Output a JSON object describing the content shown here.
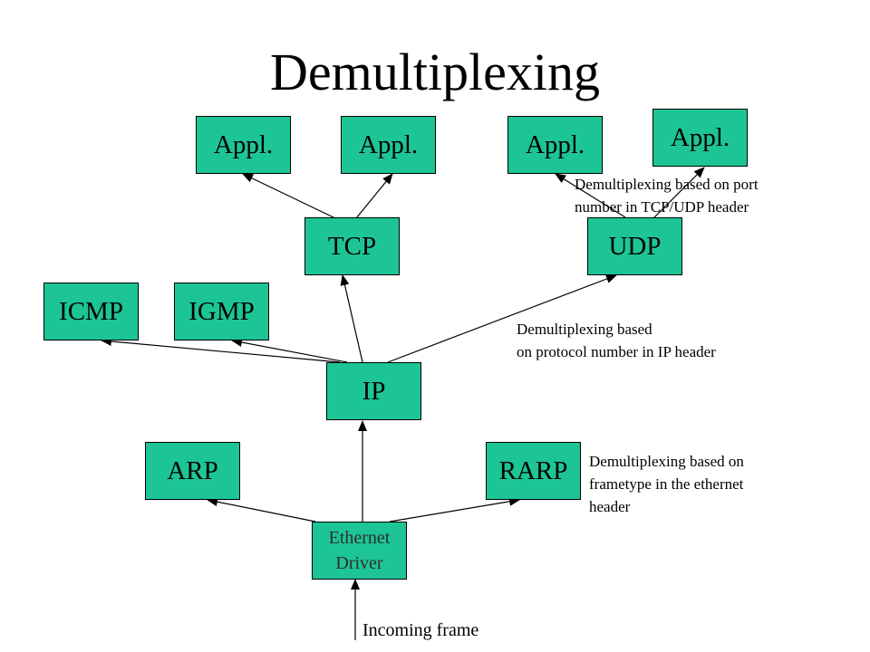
{
  "title": "Demultiplexing",
  "colors": {
    "box_fill": "#1dc596",
    "box_border": "#000000",
    "arrow": "#000000",
    "driver_text": "#2e2e2e"
  },
  "nodes": {
    "appl_1": "Appl.",
    "appl_2": "Appl.",
    "appl_3": "Appl.",
    "appl_4": "Appl.",
    "tcp": "TCP",
    "udp": "UDP",
    "icmp": "ICMP",
    "igmp": "IGMP",
    "ip": "IP",
    "arp": "ARP",
    "rarp": "RARP",
    "ethernet_driver": [
      "Ethernet",
      "Driver"
    ]
  },
  "notes": {
    "port": [
      "Demultiplexing based on port",
      "number in TCP/UDP header"
    ],
    "protocol": [
      "Demultiplexing based",
      "on protocol number in IP header"
    ],
    "frametype": [
      "Demultiplexing based on",
      "frametype in the ethernet",
      "header"
    ]
  },
  "input_label": "Incoming frame",
  "edges": [
    {
      "from": "tcp",
      "to": "appl_1"
    },
    {
      "from": "tcp",
      "to": "appl_2"
    },
    {
      "from": "udp",
      "to": "appl_3"
    },
    {
      "from": "udp",
      "to": "appl_4"
    },
    {
      "from": "ip",
      "to": "tcp"
    },
    {
      "from": "ip",
      "to": "udp"
    },
    {
      "from": "ip",
      "to": "icmp"
    },
    {
      "from": "ip",
      "to": "igmp"
    },
    {
      "from": "ethernet_driver",
      "to": "ip"
    },
    {
      "from": "ethernet_driver",
      "to": "arp"
    },
    {
      "from": "ethernet_driver",
      "to": "rarp"
    },
    {
      "from": "incoming_frame",
      "to": "ethernet_driver"
    }
  ]
}
